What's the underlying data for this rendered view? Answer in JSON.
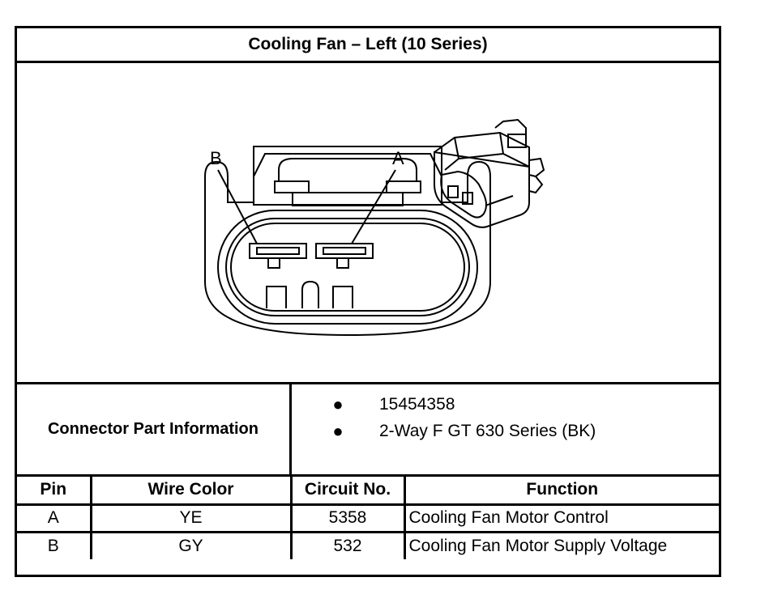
{
  "title": "Cooling Fan – Left (10 Series)",
  "diagram": {
    "pin_labels": [
      "B",
      "A"
    ]
  },
  "connector_info": {
    "label": "Connector Part Information",
    "items": [
      "15454358",
      "2-Way F GT 630 Series (BK)"
    ]
  },
  "pin_table": {
    "headers": [
      "Pin",
      "Wire Color",
      "Circuit No.",
      "Function"
    ],
    "rows": [
      {
        "pin": "A",
        "wire_color": "YE",
        "circuit": "5358",
        "function": "Cooling Fan Motor Control"
      },
      {
        "pin": "B",
        "wire_color": "GY",
        "circuit": "532",
        "function": "Cooling Fan Motor Supply Voltage"
      }
    ]
  }
}
